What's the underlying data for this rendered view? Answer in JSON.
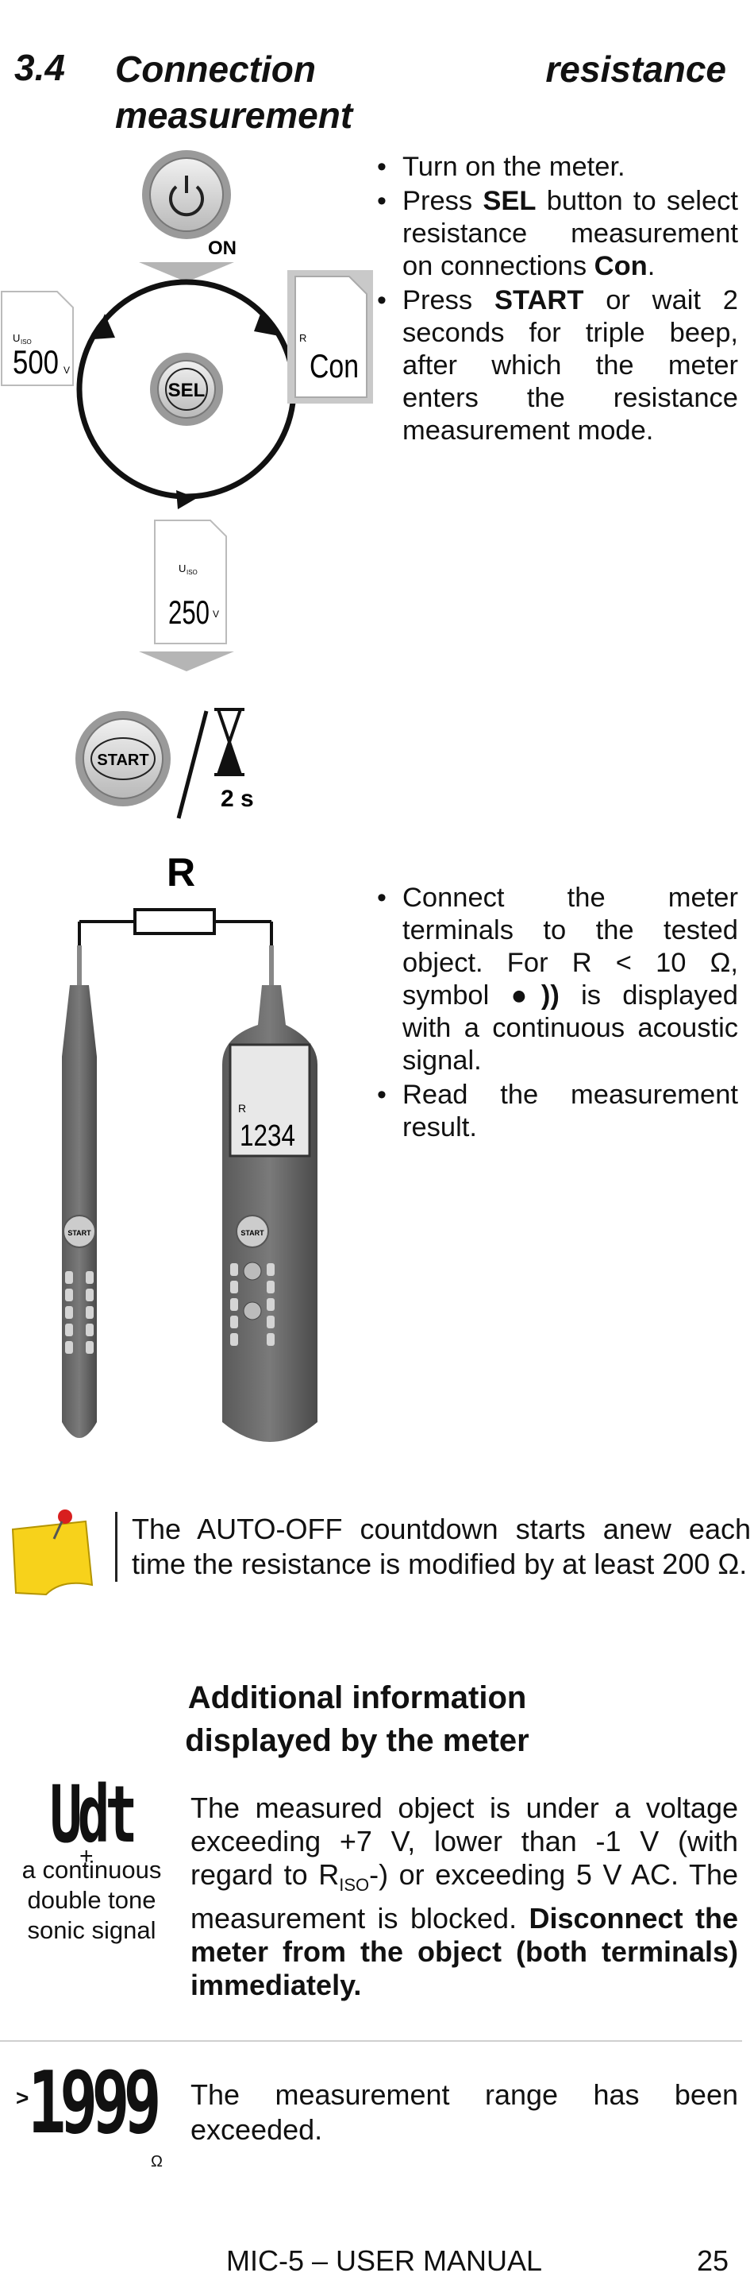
{
  "section": {
    "number": "3.4",
    "title": "Connection resistance measurement"
  },
  "diagram1": {
    "on_label": "ON",
    "sel_label": "SEL",
    "start_label": "START",
    "uiso_label": "U",
    "uiso_sub": "ISO",
    "display_500": "500",
    "display_250": "250",
    "volt_unit": "V",
    "r_label": "R",
    "display_con": "Con",
    "time_label": "2 s"
  },
  "bullets1": [
    {
      "pre": "Turn on the meter.",
      "bold": "",
      "post": "",
      "bold2": "",
      "post2": ""
    },
    {
      "pre": "Press ",
      "bold": "SEL",
      "post": " button to select resistance measurement on connections ",
      "bold2": "Con",
      "post2": "."
    },
    {
      "pre": "Press ",
      "bold": "START",
      "post": " or wait 2 seconds for triple beep, after which the meter enters the resistance measurement mode.",
      "bold2": "",
      "post2": ""
    }
  ],
  "diagram2": {
    "resistor_label": "R",
    "display_value": "1234",
    "display_r": "R",
    "start_label": "START"
  },
  "bullets2": [
    {
      "text_a": "Connect the meter terminals to the tested object. For R < 10 Ω, symbol ",
      "text_b": " is displayed with a continuous acoustic signal."
    },
    {
      "text_a": "Read the measurement result.",
      "text_b": ""
    }
  ],
  "note": {
    "icon": "pinned-note-icon",
    "text": "The AUTO-OFF countdown starts anew each time the resistance is modified by at least 200 Ω."
  },
  "additional": {
    "heading_line1": "Additional information",
    "heading_line2": "displayed by the meter"
  },
  "udt": {
    "display": "Udt",
    "plus": "+",
    "caption": "a continuous double tone sonic signal",
    "text_a": "The measured object is under a voltage exceeding +7 V, lower than -1 V (with regard to R",
    "text_sub": "ISO",
    "text_b": "-) or exceeding 5 V AC. The measurement is blocked. ",
    "text_bold": "Disconnect the meter from the object (both terminals) immediately."
  },
  "range": {
    "display": "1999",
    "prefix": ">",
    "unit": "Ω",
    "text": "The measurement range has been exceeded."
  },
  "footer": {
    "manual": "MIC-5 – USER MANUAL",
    "page": "25"
  }
}
